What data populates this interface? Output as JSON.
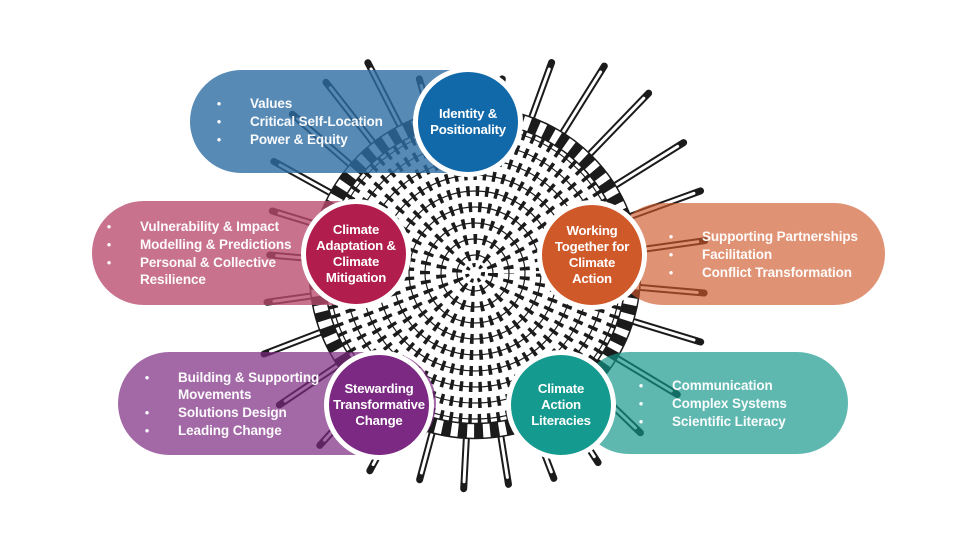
{
  "title": "Climate action capacities diagram",
  "bullet_glyph": "•",
  "illustration": {
    "name": "hand-drawn-woven-rope-coil-with-radiating-sticks",
    "ink": "#1b1b1b"
  },
  "groups": [
    {
      "name": "identity-positionality",
      "circle": {
        "color": "#1269A9",
        "lines": [
          "Identity &",
          "Positionality"
        ]
      },
      "pill": {
        "color": "rgba(46,109,164,0.8)",
        "items": [
          [
            "Values"
          ],
          [
            "Critical Self-Location"
          ],
          [
            "Power & Equity"
          ]
        ]
      }
    },
    {
      "name": "climate-adaptation-mitigation",
      "circle": {
        "color": "#B11E4E",
        "lines": [
          "Climate",
          "Adaptation &",
          "Climate",
          "Mitigation"
        ]
      },
      "pill": {
        "color": "rgba(184,74,110,0.78)",
        "items": [
          [
            "Vulnerability & Impact"
          ],
          [
            "Modelling & Predictions"
          ],
          [
            "Personal & Collective",
            "Resilience"
          ]
        ]
      }
    },
    {
      "name": "working-together-climate-action",
      "circle": {
        "color": "#D0592A",
        "lines": [
          "Working",
          "Together for",
          "Climate",
          "Action"
        ]
      },
      "pill": {
        "color": "rgba(208,89,42,0.65)",
        "items": [
          [
            "Supporting Partnerships"
          ],
          [
            "Facilitation"
          ],
          [
            "Conflict Transformation"
          ]
        ]
      }
    },
    {
      "name": "stewarding-transformative-change",
      "circle": {
        "color": "#7B2982",
        "lines": [
          "Stewarding",
          "Transformative",
          "Change"
        ]
      },
      "pill": {
        "color": "rgba(124,41,130,0.7)",
        "items": [
          [
            "Building & Supporting",
            "Movements"
          ],
          [
            "Solutions Design"
          ],
          [
            "Leading Change"
          ]
        ]
      }
    },
    {
      "name": "climate-action-literacies",
      "circle": {
        "color": "#149A8E",
        "lines": [
          "Climate",
          "Action",
          "Literacies"
        ]
      },
      "pill": {
        "color": "rgba(17,150,139,0.68)",
        "items": [
          [
            "Communication"
          ],
          [
            "Complex Systems"
          ],
          [
            "Scientific Literacy"
          ]
        ]
      }
    }
  ]
}
